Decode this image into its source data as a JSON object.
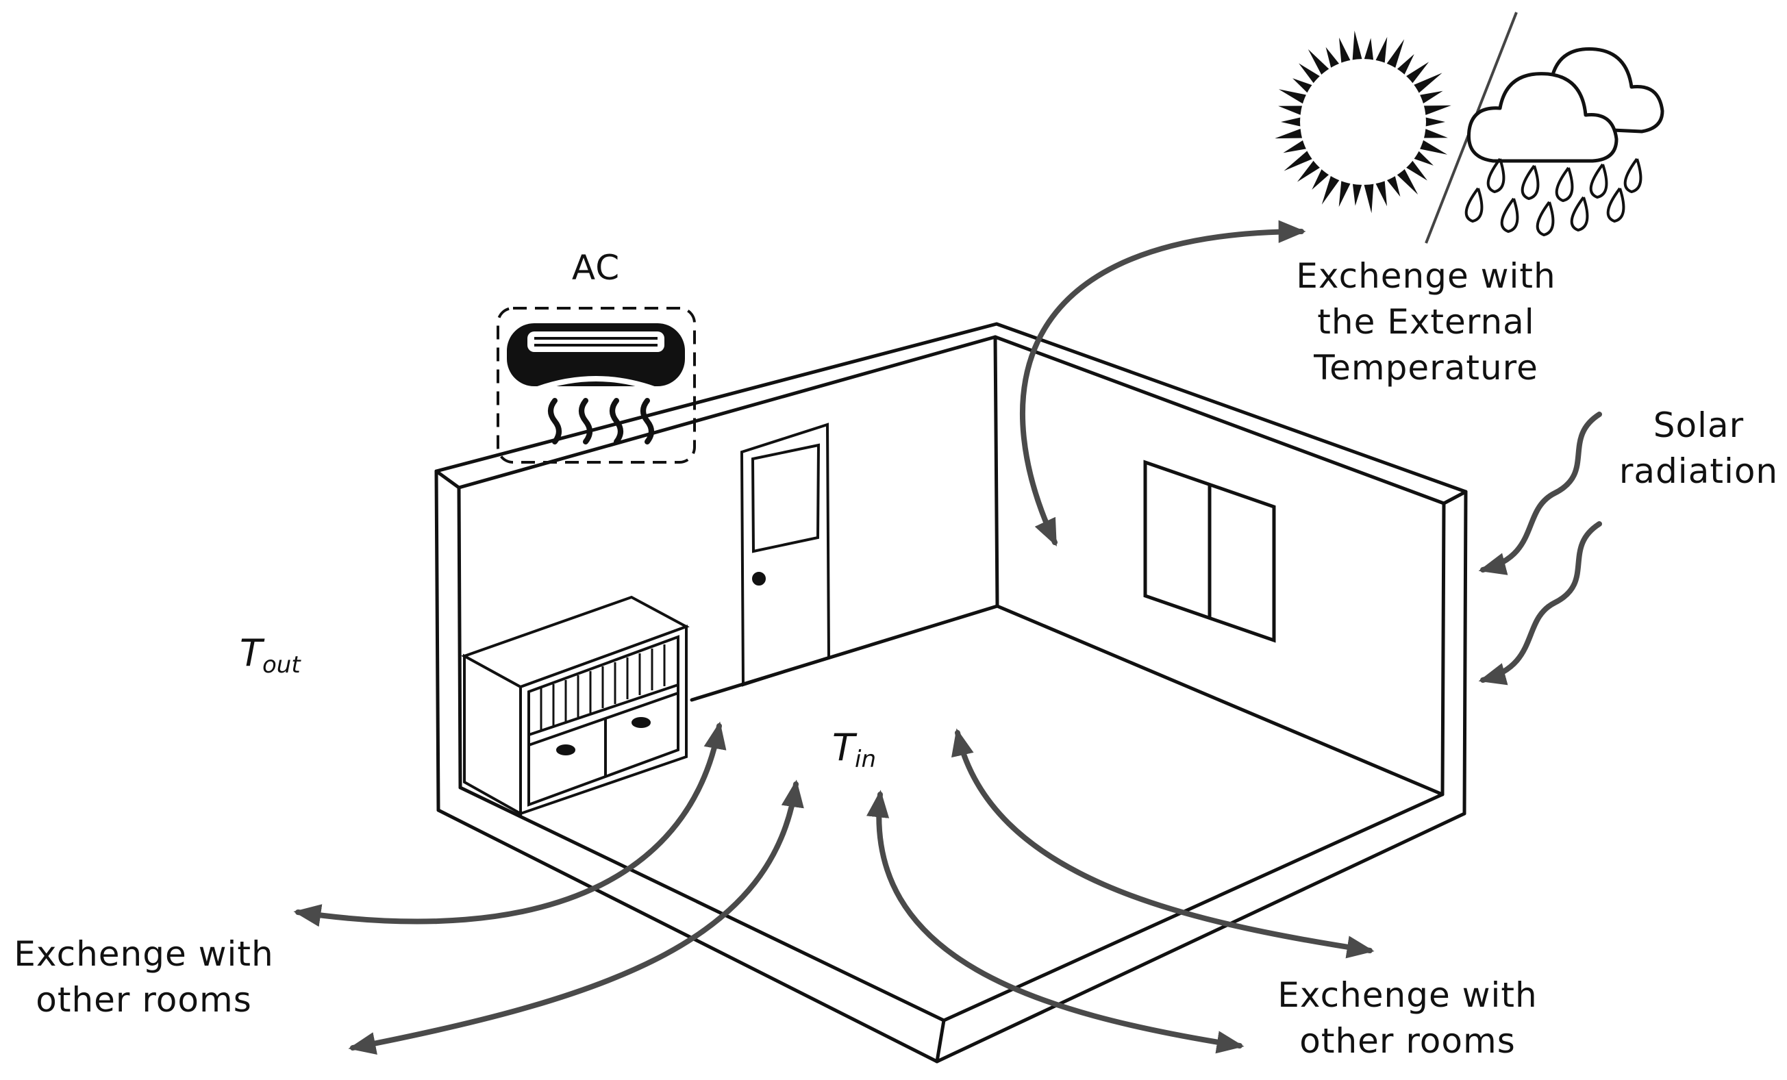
{
  "labels": {
    "ac": "AC",
    "external_line1": "Exchenge with",
    "external_line2": "the External",
    "external_line3": "Temperature",
    "solar_line1": "Solar",
    "solar_line2": "radiation",
    "rooms_left_line1": "Exchenge with",
    "rooms_left_line2": "other rooms",
    "rooms_right_line1": "Exchenge with",
    "rooms_right_line2": "other rooms"
  },
  "variables": {
    "t_out_symbol": "T",
    "t_out_sub": "out",
    "t_in_symbol": "T",
    "t_in_sub": "in"
  },
  "colors": {
    "line": "#111111",
    "arrow": "#4a4a4a",
    "background": "#ffffff"
  },
  "icons": [
    "air-conditioner-icon",
    "sun-icon",
    "rain-cloud-icon",
    "door-icon",
    "window-icon",
    "bookshelf-icon"
  ]
}
